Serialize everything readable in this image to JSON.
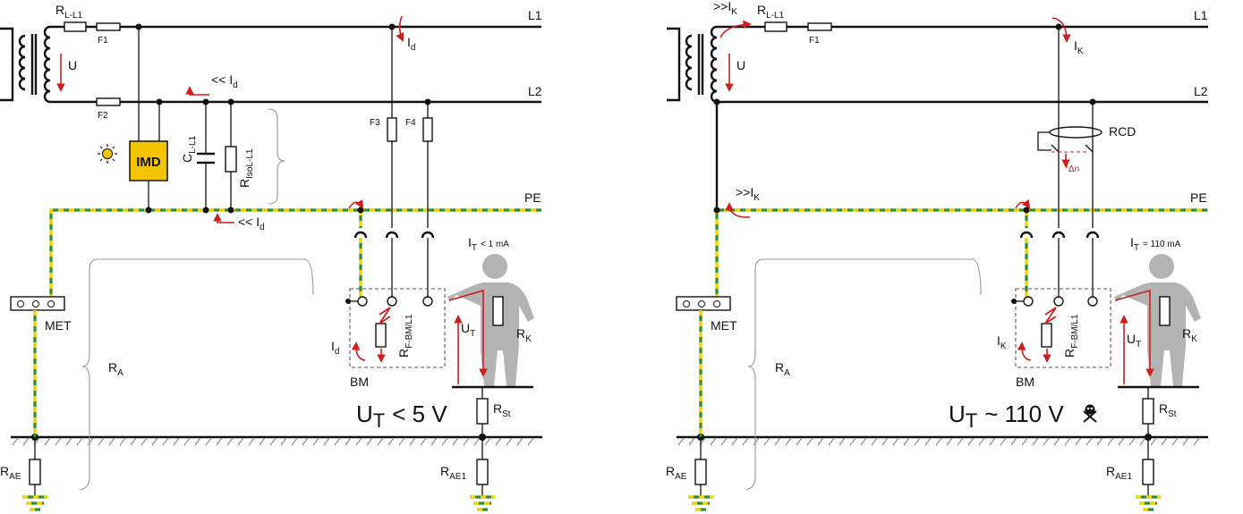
{
  "left": {
    "labels": {
      "r_line_main": "R",
      "r_line_sub": "L-L1",
      "f1": "F1",
      "f2": "F2",
      "f3": "F3",
      "f4": "F4",
      "u": "U",
      "l1": "L1",
      "l2": "L2",
      "pe": "PE",
      "id_top_main": "I",
      "id_top_sub": "d",
      "id_cap_prefix": "<< I",
      "id_cap_sub": "d",
      "id_pe_prefix": "<< I",
      "id_pe_sub": "d",
      "imd": "IMD",
      "c_main": "C",
      "c_sub": "L-L1",
      "riso_main": "R",
      "riso_sub": "IsoL-L1",
      "it_main": "I",
      "it_sub": "T",
      "it_value": "< 1 mA",
      "met": "MET",
      "ra_main": "R",
      "ra_sub": "A",
      "id_bm_main": "I",
      "id_bm_sub": "d",
      "rf_main": "R",
      "rf_sub": "F-BM/L1",
      "ut_main": "U",
      "ut_sub": "T",
      "rk_main": "R",
      "rk_sub": "K",
      "bm": "BM",
      "ut_big_main": "U",
      "ut_big_sub": "T",
      "ut_big_value": "< 5 V",
      "rst_main": "R",
      "rst_sub": "St",
      "rae_main": "R",
      "rae_sub": "AE",
      "rae1_main": "R",
      "rae1_sub": "AE1"
    }
  },
  "right": {
    "labels": {
      "ik_top_prefix": ">>I",
      "ik_top_sub": "K",
      "r_line_main": "R",
      "r_line_sub": "L-L1",
      "f1": "F1",
      "u": "U",
      "l1": "L1",
      "l2": "L2",
      "pe": "PE",
      "ik_main": "I",
      "ik_sub": "K",
      "rcd": "RCD",
      "idn_main": "I",
      "idn_sub": "Δn",
      "ik_pe_prefix": ">>I",
      "ik_pe_sub": "K",
      "it_main": "I",
      "it_sub": "T",
      "it_value": "= 110 mA",
      "met": "MET",
      "ra_main": "R",
      "ra_sub": "A",
      "ik_bm_main": "I",
      "ik_bm_sub": "K",
      "rf_main": "R",
      "rf_sub": "F-BM/L1",
      "ut_main": "U",
      "ut_sub": "T",
      "rk_main": "R",
      "rk_sub": "K",
      "bm": "BM",
      "ut_big_main": "U",
      "ut_big_sub": "T",
      "ut_big_value": "~ 110 V",
      "rst_main": "R",
      "rst_sub": "St",
      "rae_main": "R",
      "rae_sub": "AE",
      "rae1_main": "R",
      "rae1_sub": "AE1"
    }
  },
  "icons": {
    "lamp": "indicator-lamp-icon",
    "danger": "skull-crossbones-icon",
    "person": "human-body-icon",
    "ground": "earth-ground-icon"
  },
  "colors": {
    "wire": "#111111",
    "pe_green": "#2e8b2e",
    "pe_yellow": "#f2d500",
    "current_arrow": "#cc1f1f",
    "imd_fill": "#f4c400",
    "person": "#b3b3b3",
    "ground": "#6e6e6e"
  }
}
